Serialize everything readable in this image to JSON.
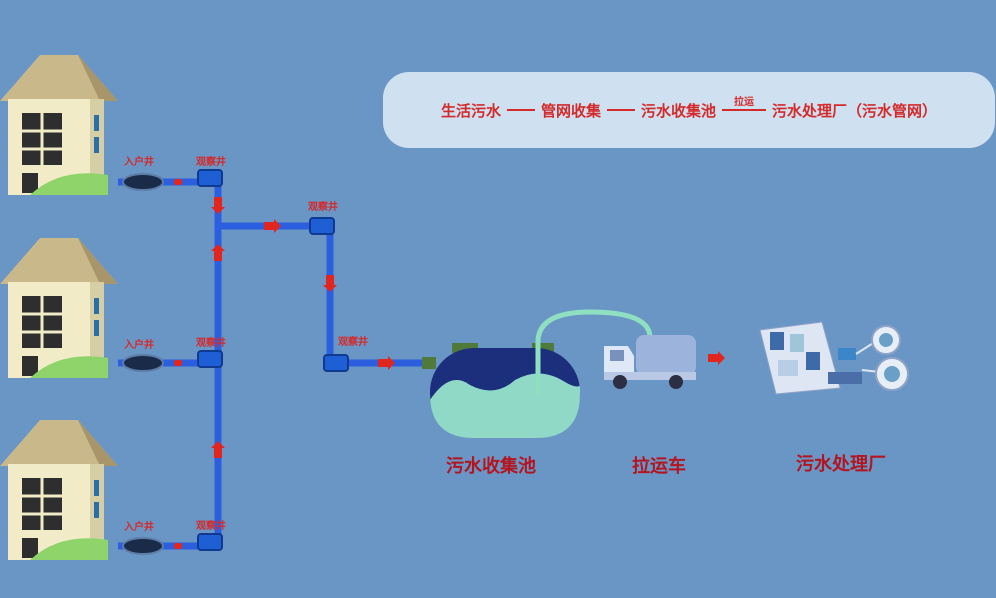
{
  "banner": {
    "step1": "生活污水",
    "step2": "管网收集",
    "step3": "污水收集池",
    "transport_label": "拉运",
    "step4": "污水处理厂（污水管网）"
  },
  "labels": {
    "household_well": "入户井",
    "inspection_well": "观察井"
  },
  "stations": {
    "tank": "污水收集池",
    "truck": "拉运车",
    "plant": "污水处理厂"
  },
  "colors": {
    "background": "#6a96c6",
    "pipe": "#2c5fe0",
    "label_red": "#d42a2a",
    "banner_bg": "#cfe0f0"
  }
}
